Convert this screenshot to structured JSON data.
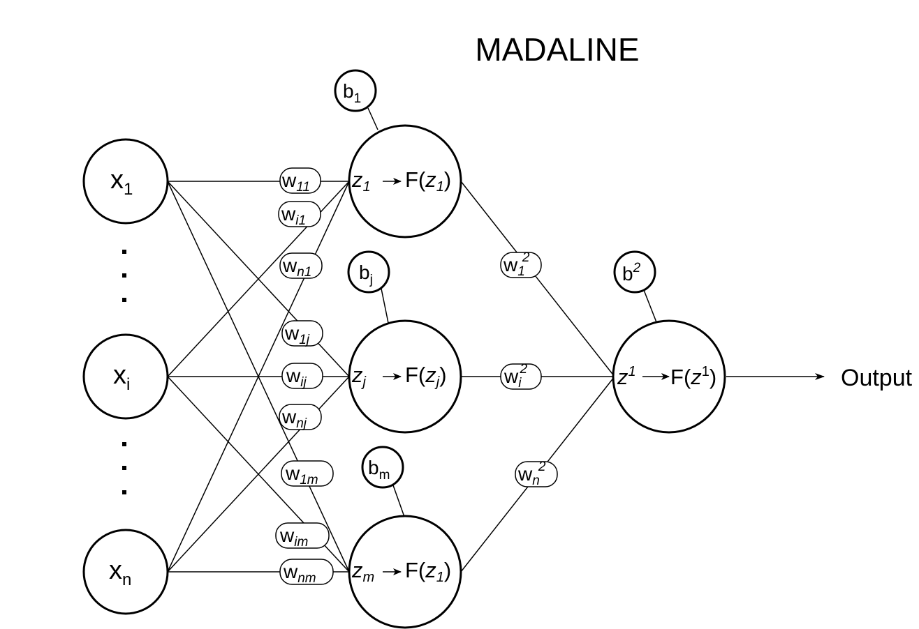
{
  "title": "MADALINE",
  "inputs": [
    {
      "id": "x1",
      "base": "x",
      "sub": "1"
    },
    {
      "id": "xi",
      "base": "x",
      "sub": "i"
    },
    {
      "id": "xn",
      "base": "x",
      "sub": "n"
    }
  ],
  "hidden_units": [
    {
      "id": "h1",
      "z_sub": "1",
      "f_sub": "1",
      "bias": {
        "base": "b",
        "sub": "1"
      }
    },
    {
      "id": "hj",
      "z_sub": "j",
      "f_sub": "j",
      "bias": {
        "base": "b",
        "sub": "j"
      }
    },
    {
      "id": "hm",
      "z_sub": "m",
      "f_sub": "1",
      "bias": {
        "base": "b",
        "sub": "m"
      }
    }
  ],
  "weights_layer1": [
    {
      "from": "x1",
      "to": "h1",
      "base": "w",
      "sub": "11"
    },
    {
      "from": "xi",
      "to": "h1",
      "base": "w",
      "sub": "i1"
    },
    {
      "from": "xn",
      "to": "h1",
      "base": "w",
      "sub": "n1"
    },
    {
      "from": "x1",
      "to": "hj",
      "base": "w",
      "sub": "1j"
    },
    {
      "from": "xi",
      "to": "hj",
      "base": "w",
      "sub": "ij"
    },
    {
      "from": "xn",
      "to": "hj",
      "base": "w",
      "sub": "nj"
    },
    {
      "from": "x1",
      "to": "hm",
      "base": "w",
      "sub": "1m"
    },
    {
      "from": "xi",
      "to": "hm",
      "base": "w",
      "sub": "im"
    },
    {
      "from": "xn",
      "to": "hm",
      "base": "w",
      "sub": "nm"
    }
  ],
  "weights_layer2": [
    {
      "from": "h1",
      "base": "w",
      "sub": "1",
      "sup": "2"
    },
    {
      "from": "hj",
      "base": "w",
      "sub": "i",
      "sup": "2"
    },
    {
      "from": "hm",
      "base": "w",
      "sub": "n",
      "sup": "2"
    }
  ],
  "output_unit": {
    "z": "z",
    "z_sup": "1",
    "f": "F",
    "bias": {
      "base": "b",
      "sup": "2"
    }
  },
  "output_label": "Output"
}
